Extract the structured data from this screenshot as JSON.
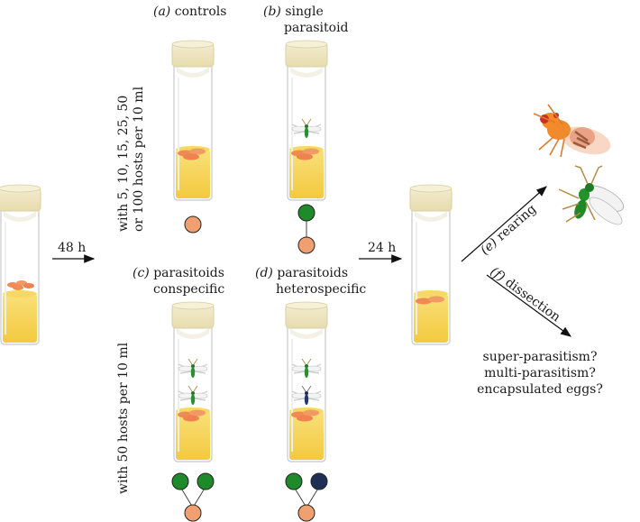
{
  "labels": {
    "a_letter": "(a)",
    "a_text": "controls",
    "b_letter": "(b)",
    "b_text_1": "single",
    "b_text_2": "parasitoid",
    "c_letter": "(c)",
    "c_text_1": "parasitoids",
    "c_text_2": "conspecific",
    "d_letter": "(d)",
    "d_text_1": "parasitoids",
    "d_text_2": "heterospecific",
    "e_letter": "(e)",
    "e_text": "rearing",
    "f_letter": "(f)",
    "f_text": "dissection"
  },
  "side_labels": {
    "top_line_1": "with 5, 10, 15, 25, 50",
    "top_line_2": "or 100 hosts per 10 ml",
    "bottom": "with 50 hosts per 10 ml"
  },
  "times": {
    "first": "48 h",
    "second": "24 h"
  },
  "questions": [
    "super-parasitism?",
    "multi-parasitism?",
    "encapsulated eggs?"
  ],
  "colors": {
    "host": "#f0a070",
    "parasitoid_green": "#1f8a2a",
    "parasitoid_navy": "#1e2f55",
    "food": "#f6d65a",
    "cap": "#efe7c3"
  }
}
